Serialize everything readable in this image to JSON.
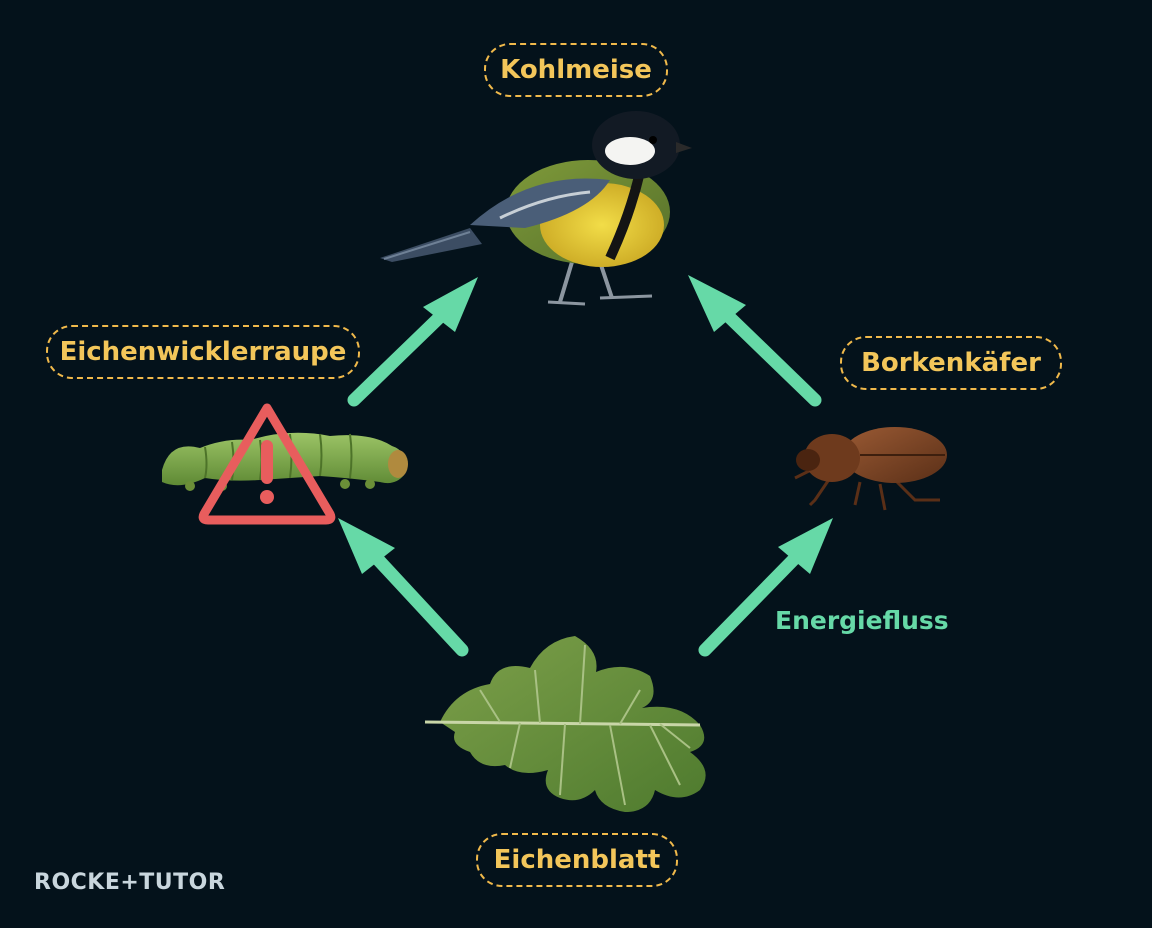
{
  "diagram": {
    "nodes": {
      "top": {
        "label": "Kohlmeise",
        "icon": "great-tit-bird"
      },
      "left": {
        "label": "Eichenwicklerraupe",
        "icon": "caterpillar",
        "warning_icon": "warning-triangle"
      },
      "right": {
        "label": "Borkenkäfer",
        "icon": "bark-beetle"
      },
      "bottom": {
        "label": "Eichenblatt",
        "icon": "oak-leaf"
      }
    },
    "edge_label": "Energiefluss",
    "colors": {
      "background": "#04121b",
      "label_text": "#f3c65a",
      "label_border": "#f0b94b",
      "arrow": "#66d9a7",
      "warning": "#e85d5d"
    }
  },
  "brand": {
    "logo_text": "ROCKE+TUTOR"
  }
}
